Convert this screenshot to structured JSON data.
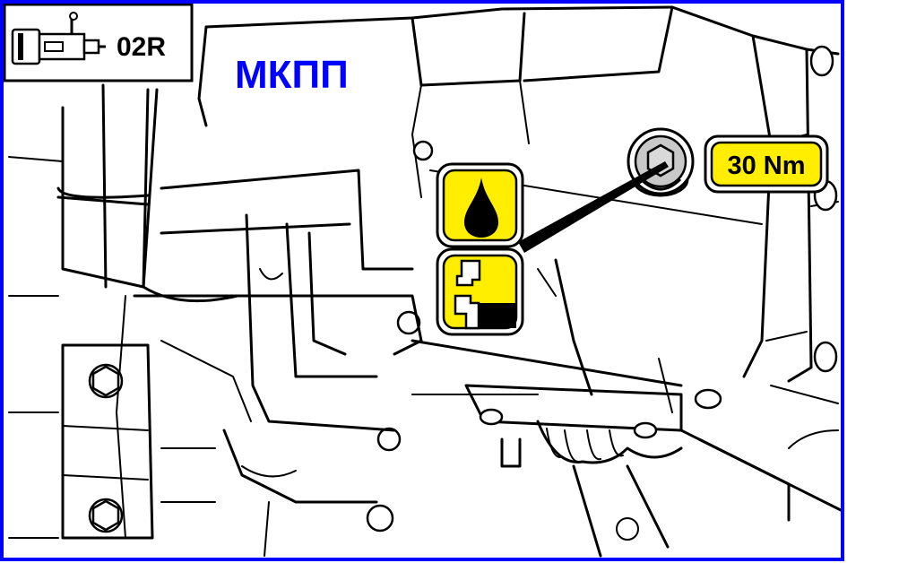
{
  "header": {
    "code": "02R",
    "title": "МКПП"
  },
  "torque": {
    "label": "30 Nm"
  },
  "colors": {
    "frame": "#0000ff",
    "title": "#0000ff",
    "badge": "#ffee00",
    "ink": "#000000"
  },
  "icons": {
    "transmission": "gearbox-icon",
    "oil": "oil-drop-icon",
    "level": "oil-level-icon"
  }
}
